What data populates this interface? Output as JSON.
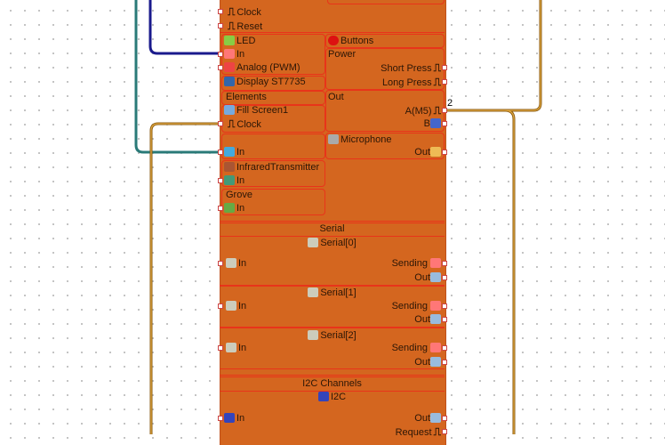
{
  "colors": {
    "component": "#d4661f",
    "border": "#e8341a",
    "wire_navy": "#1a1a8c",
    "wire_teal": "#2a7a78",
    "wire_gold": "#c8902a"
  },
  "top": {
    "clock": "Clock",
    "reset": "Reset"
  },
  "led": {
    "title": "LED",
    "in": "In",
    "analog": "Analog (PWM)"
  },
  "display": {
    "title": "Display ST7735",
    "elements": "Elements",
    "fill": "Fill Screen1",
    "clock": "Clock",
    "in": "In"
  },
  "ir": {
    "title": "InfraredTransmitter",
    "in": "In"
  },
  "grove": {
    "title": "Grove",
    "in": "In"
  },
  "buttons": {
    "title": "Buttons",
    "power": "Power",
    "short": "Short Press",
    "long": "Long Press",
    "out": "Out",
    "a": "A(M5)",
    "b": "B",
    "wire_count": "2"
  },
  "mic": {
    "title": "Microphone",
    "out": "Out"
  },
  "serial": {
    "header": "Serial",
    "ports": [
      {
        "title": "Serial[0]",
        "in": "In",
        "sending": "Sending",
        "out": "Out"
      },
      {
        "title": "Serial[1]",
        "in": "In",
        "sending": "Sending",
        "out": "Out"
      },
      {
        "title": "Serial[2]",
        "in": "In",
        "sending": "Sending",
        "out": "Out"
      }
    ]
  },
  "i2c": {
    "header": "I2C Channels",
    "title": "I2C",
    "in": "In",
    "out": "Out",
    "request": "Request"
  }
}
